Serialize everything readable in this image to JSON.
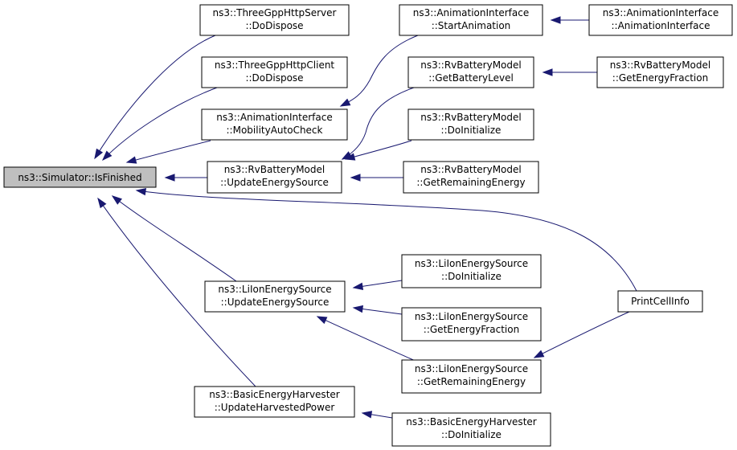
{
  "colors": {
    "edge": "#191970",
    "root_fill": "#bfbfbf",
    "node_fill": "#ffffff",
    "node_stroke": "#000000"
  },
  "nodes": [
    {
      "id": "isfinished",
      "lines": [
        "ns3::Simulator::IsFinished"
      ],
      "root": true
    },
    {
      "id": "httpserver",
      "lines": [
        "ns3::ThreeGppHttpServer",
        "::DoDispose"
      ]
    },
    {
      "id": "httpclient",
      "lines": [
        "ns3::ThreeGppHttpClient",
        "::DoDispose"
      ]
    },
    {
      "id": "mobility",
      "lines": [
        "ns3::AnimationInterface",
        "::MobilityAutoCheck"
      ]
    },
    {
      "id": "rvupdate",
      "lines": [
        "ns3::RvBatteryModel",
        "::UpdateEnergySource"
      ]
    },
    {
      "id": "liupdate",
      "lines": [
        "ns3::LiIonEnergySource",
        "::UpdateEnergySource"
      ]
    },
    {
      "id": "harvest",
      "lines": [
        "ns3::BasicEnergyHarvester",
        "::UpdateHarvestedPower"
      ]
    },
    {
      "id": "startanim",
      "lines": [
        "ns3::AnimationInterface",
        "::StartAnimation"
      ]
    },
    {
      "id": "animctor",
      "lines": [
        "ns3::AnimationInterface",
        "::AnimationInterface"
      ]
    },
    {
      "id": "getlevel",
      "lines": [
        "ns3::RvBatteryModel",
        "::GetBatteryLevel"
      ]
    },
    {
      "id": "rvfraction",
      "lines": [
        "ns3::RvBatteryModel",
        "::GetEnergyFraction"
      ]
    },
    {
      "id": "rvinit",
      "lines": [
        "ns3::RvBatteryModel",
        "::DoInitialize"
      ]
    },
    {
      "id": "rvremain",
      "lines": [
        "ns3::RvBatteryModel",
        "::GetRemainingEnergy"
      ]
    },
    {
      "id": "printcell",
      "lines": [
        "PrintCellInfo"
      ]
    },
    {
      "id": "liinit",
      "lines": [
        "ns3::LiIonEnergySource",
        "::DoInitialize"
      ]
    },
    {
      "id": "lifraction",
      "lines": [
        "ns3::LiIonEnergySource",
        "::GetEnergyFraction"
      ]
    },
    {
      "id": "liremain",
      "lines": [
        "ns3::LiIonEnergySource",
        "::GetRemainingEnergy"
      ]
    },
    {
      "id": "harvinit",
      "lines": [
        "ns3::BasicEnergyHarvester",
        "::DoInitialize"
      ]
    }
  ],
  "edges": [
    {
      "from": "httpserver",
      "to": "isfinished"
    },
    {
      "from": "httpclient",
      "to": "isfinished"
    },
    {
      "from": "mobility",
      "to": "isfinished"
    },
    {
      "from": "rvupdate",
      "to": "isfinished"
    },
    {
      "from": "printcell",
      "to": "isfinished"
    },
    {
      "from": "liupdate",
      "to": "isfinished"
    },
    {
      "from": "harvest",
      "to": "isfinished"
    },
    {
      "from": "startanim",
      "to": "mobility"
    },
    {
      "from": "animctor",
      "to": "startanim"
    },
    {
      "from": "getlevel",
      "to": "rvupdate"
    },
    {
      "from": "rvfraction",
      "to": "getlevel"
    },
    {
      "from": "rvinit",
      "to": "rvupdate"
    },
    {
      "from": "rvremain",
      "to": "rvupdate"
    },
    {
      "from": "liinit",
      "to": "liupdate"
    },
    {
      "from": "lifraction",
      "to": "liupdate"
    },
    {
      "from": "liremain",
      "to": "liupdate"
    },
    {
      "from": "printcell",
      "to": "liremain"
    },
    {
      "from": "harvinit",
      "to": "harvest"
    }
  ]
}
